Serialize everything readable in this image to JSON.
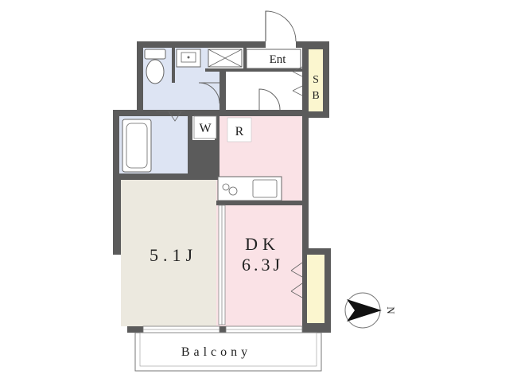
{
  "labels": {
    "entrance": "Ent",
    "shoe_box": "SB",
    "washer": "W",
    "refrigerator": "R",
    "western_room": "5.1J",
    "dk_name": "DK",
    "dk_size": "6.3J",
    "balcony": "Balcony",
    "compass_north": "N"
  },
  "colors": {
    "wall": "#5b5b5b",
    "western_room_floor": "#ece9df",
    "dk_floor": "#fae2e6",
    "bathroom_floor": "#dde4f3",
    "storage_floor": "#fbf6cf",
    "outline": "#555555"
  }
}
